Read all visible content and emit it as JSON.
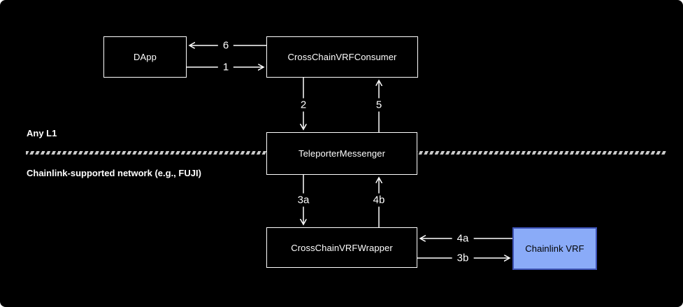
{
  "diagram": {
    "regions": {
      "top_label": "Any L1",
      "bottom_label": "Chainlink-supported network (e.g., FUJI)"
    },
    "nodes": {
      "dapp": "DApp",
      "consumer": "CrossChainVRFConsumer",
      "teleporter": "TeleporterMessenger",
      "wrapper": "CrossChainVRFWrapper",
      "chainlink_vrf": "Chainlink VRF"
    },
    "arrows": {
      "s1": "1",
      "s2": "2",
      "s3a": "3a",
      "s3b": "3b",
      "s4a": "4a",
      "s4b": "4b",
      "s5": "5",
      "s6": "6"
    },
    "colors": {
      "background": "#000000",
      "box_border": "#ffffff",
      "chainlink_fill": "#8aabf8",
      "chainlink_border": "#3d52b5",
      "divider": "#c9c9c9"
    }
  }
}
